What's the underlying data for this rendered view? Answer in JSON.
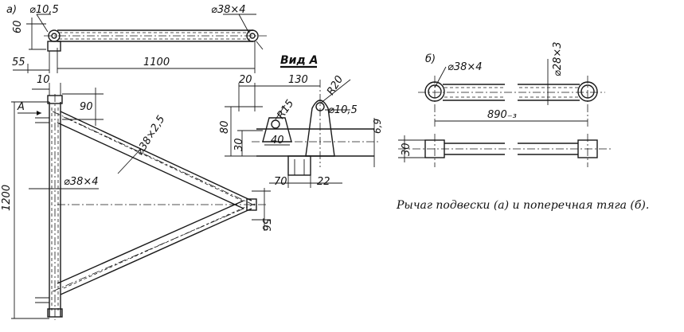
{
  "labels": {
    "fig_a": "а)",
    "fig_b": "б)",
    "view_a": "Вид А",
    "arrow_a": "А",
    "caption": "Рычаг подвески (а) и поперечная тяга (б)."
  },
  "dims": {
    "d_10_5_top": "⌀10,5",
    "tube_38x4_top": "⌀38×4",
    "d60": "60",
    "d55": "55",
    "d1100": "1100",
    "d10": "10",
    "d90": "90",
    "tube_38x2_5": "⌀38×2,5",
    "d1200": "1200",
    "tube_38x4_left": "⌀38×4",
    "d56": "56",
    "d20": "20",
    "d130": "130",
    "r20": "R20",
    "r15": "R15",
    "d_10_5_view": "⌀10,5",
    "d80": "80",
    "d30_view": "30",
    "d40": "40",
    "d70": "70",
    "d22": "22",
    "d6_9": "6,9",
    "tube_38x4_b": "⌀38×4",
    "tube_28x3": "⌀28×3",
    "d890": "890₋₃",
    "d30_b": "30"
  }
}
